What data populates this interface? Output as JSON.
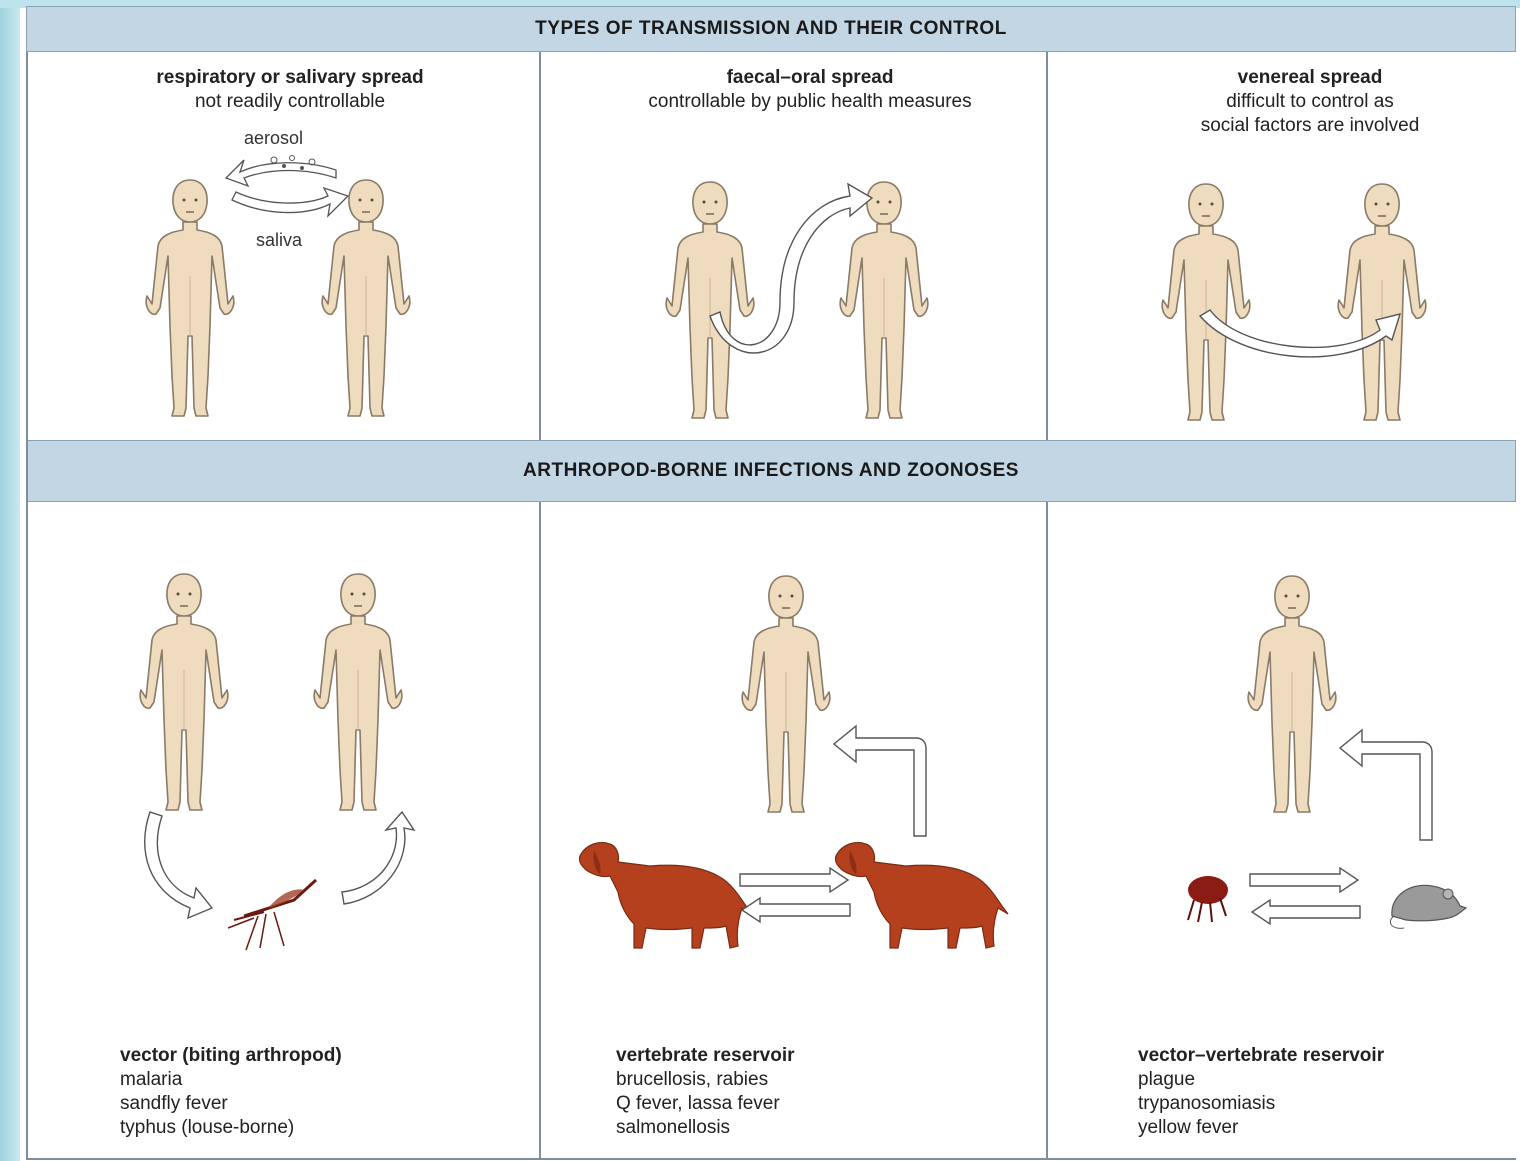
{
  "bands": {
    "top": "TYPES OF TRANSMISSION AND THEIR CONTROL",
    "bottom": "ARTHROPOD-BORNE INFECTIONS AND ZOONOSES"
  },
  "panels_top": [
    {
      "title": "respiratory or salivary spread",
      "subtitle_lines": [
        "not readily controllable"
      ],
      "labels": {
        "aerosol": "aerosol",
        "saliva": "saliva"
      }
    },
    {
      "title": "faecal–oral spread",
      "subtitle_lines": [
        "controllable by public health measures"
      ]
    },
    {
      "title": "venereal spread",
      "subtitle_lines": [
        "difficult to control as",
        "social factors are involved"
      ]
    }
  ],
  "panels_bottom": [
    {
      "title": "vector (biting arthropod)",
      "items": [
        "malaria",
        "sandfly fever",
        "typhus (louse-borne)"
      ]
    },
    {
      "title": "vertebrate reservoir",
      "items": [
        "brucellosis, rabies",
        "Q fever, lassa fever",
        "salmonellosis"
      ]
    },
    {
      "title": "vector–vertebrate reservoir",
      "items": [
        "plague",
        "trypanosomiasis",
        "yellow fever"
      ]
    }
  ],
  "colors": {
    "skin": "#efdcbf",
    "skin_outline": "#8a7a66",
    "dog": "#b4401e",
    "band": "#c3d6e4"
  }
}
